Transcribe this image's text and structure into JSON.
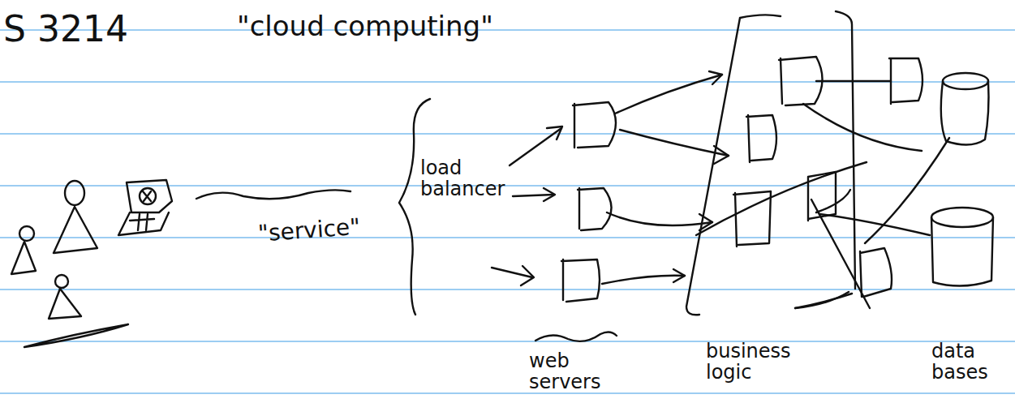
{
  "diagram": {
    "title": "\"cloud computing\"",
    "labels": [
      "S 3214",
      "\"service\"",
      "load balancer",
      "web servers",
      "business logic",
      "data bases"
    ]
  }
}
